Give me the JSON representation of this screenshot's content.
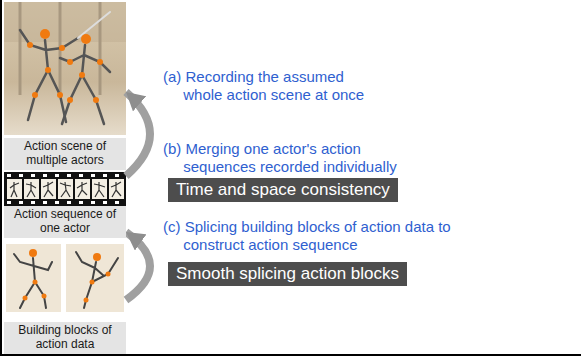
{
  "diagram": {
    "nodes": [
      {
        "text": [
          "Action scene of multiple actors"
        ]
      },
      {
        "text": [
          "Action sequence of one actor"
        ]
      },
      {
        "text": [
          "Building blocks of action data"
        ]
      },
      {
        "text": [
          "Time and space consistency"
        ]
      },
      {
        "text": [
          "Smooth splicing action blocks"
        ]
      }
    ],
    "edges": [
      {
        "from": 1,
        "to": 0,
        "arrow": "to"
      },
      {
        "from": 2,
        "to": 1,
        "arrow": "to"
      }
    ],
    "labels": [
      "(a) Recording the assumed whole action scene at once",
      "(b) Merging one actor's action sequences recorded individually",
      "(c) Splicing building blocks of action data to construct action sequence"
    ]
  }
}
